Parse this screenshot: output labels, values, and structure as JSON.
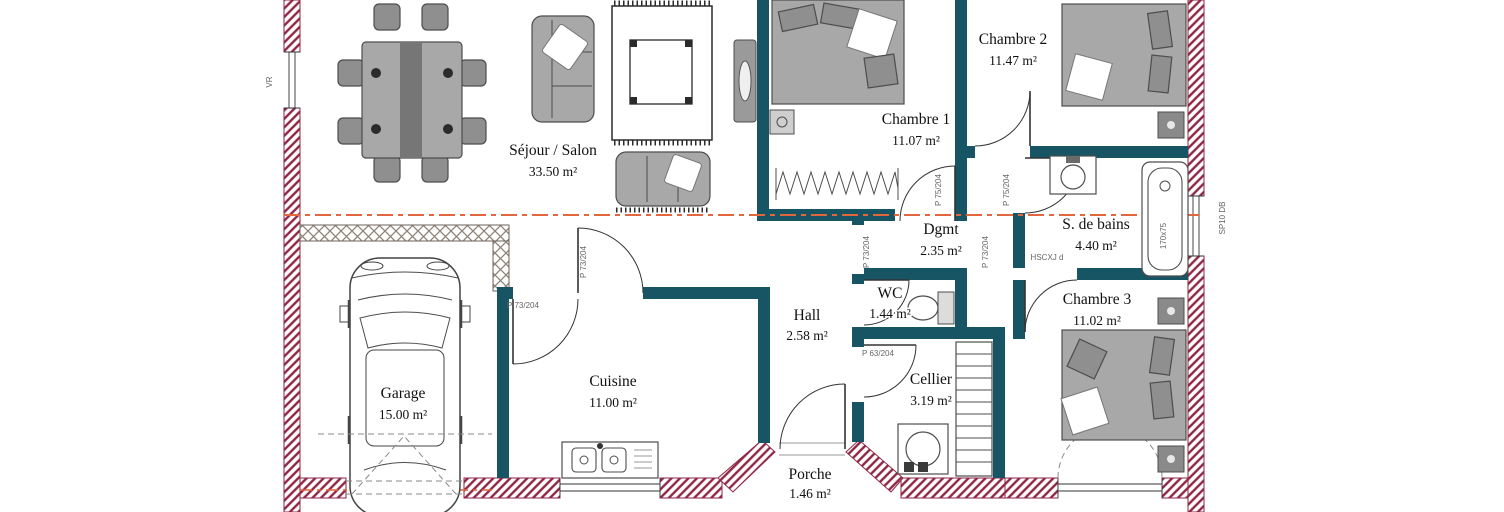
{
  "plan": {
    "rooms": [
      {
        "name": "Séjour / Salon",
        "area": "33.50 m²"
      },
      {
        "name": "Chambre 1",
        "area": "11.07 m²"
      },
      {
        "name": "Chambre 2",
        "area": "11.47 m²"
      },
      {
        "name": "S. de bains",
        "area": "4.40 m²"
      },
      {
        "name": "Dgmt",
        "area": "2.35 m²"
      },
      {
        "name": "WC",
        "area": "1.44 m²"
      },
      {
        "name": "Chambre 3",
        "area": "11.02 m²"
      },
      {
        "name": "Cellier",
        "area": "3.19 m²"
      },
      {
        "name": "Hall",
        "area": "2.58 m²"
      },
      {
        "name": "Cuisine",
        "area": "11.00 m²"
      },
      {
        "name": "Garage",
        "area": "15.00 m²"
      },
      {
        "name": "Porche",
        "area": "1.46 m²"
      }
    ],
    "annotations": {
      "vr": "VR",
      "sp10": "SP10 DB",
      "p73_a": "P 73/204",
      "p73_b": "P 73/204",
      "p73_c": "P 73/204",
      "p73_d": "P 73/204",
      "p75_a": "P 75/204",
      "p75_b": "P 75/204",
      "p63": "P 63/204",
      "hscxj": "HSCXJ d",
      "tub": "170x75"
    },
    "colors": {
      "exterior_wall": "#8f2646",
      "interior_wall": "#175564",
      "section_line": "#e2673e",
      "furniture": "#a8a8a8",
      "checker_wall": "#8f8276"
    }
  }
}
